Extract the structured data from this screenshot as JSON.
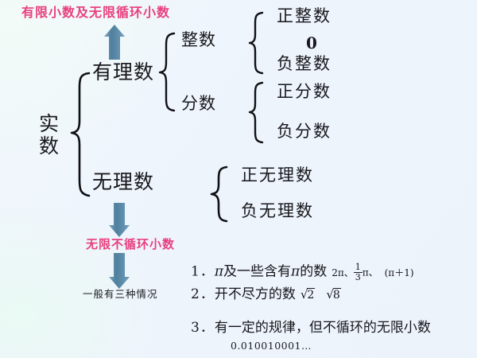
{
  "diagram": {
    "title_note_top": "有限小数及无限循环小数",
    "title_note_mid": "无限不循环小数",
    "root": "实数",
    "branches": {
      "rational": "有理数",
      "irrational": "无理数",
      "integer": "整数",
      "fraction": "分数"
    },
    "leaves": {
      "positive_integer": "正整数",
      "zero": "0",
      "negative_integer": "负整数",
      "positive_fraction": "正分数",
      "negative_fraction": "负分数",
      "positive_irrational": "正无理数",
      "negative_irrational": "负无理数"
    },
    "cases_label": "一般有三种情况",
    "cases": [
      {
        "num": "1．",
        "text_a": "π",
        "text_b": "及一些含有",
        "text_c": "π",
        "text_d": "的数",
        "examples_1": "2π、",
        "frac_n": "1",
        "frac_d": "3",
        "examples_2": "π、",
        "examples_3": "(π＋1)"
      },
      {
        "num": "2．",
        "text": "开不尽方的数",
        "radical_1": "2",
        "radical_2": "8"
      },
      {
        "num": "3．",
        "text": "有一定的规律，但不循环的无限小数",
        "example": "0.010010001…"
      }
    ],
    "colors": {
      "pink": "#e8407f",
      "arrow": "#5b87a6",
      "ink": "#18181c",
      "background": "#eef4fc"
    },
    "arrows": {
      "up_to_rational": "arrow-up-icon",
      "down_to_nonrepeating": "arrow-down-icon",
      "down_to_cases": "arrow-down-icon"
    }
  }
}
